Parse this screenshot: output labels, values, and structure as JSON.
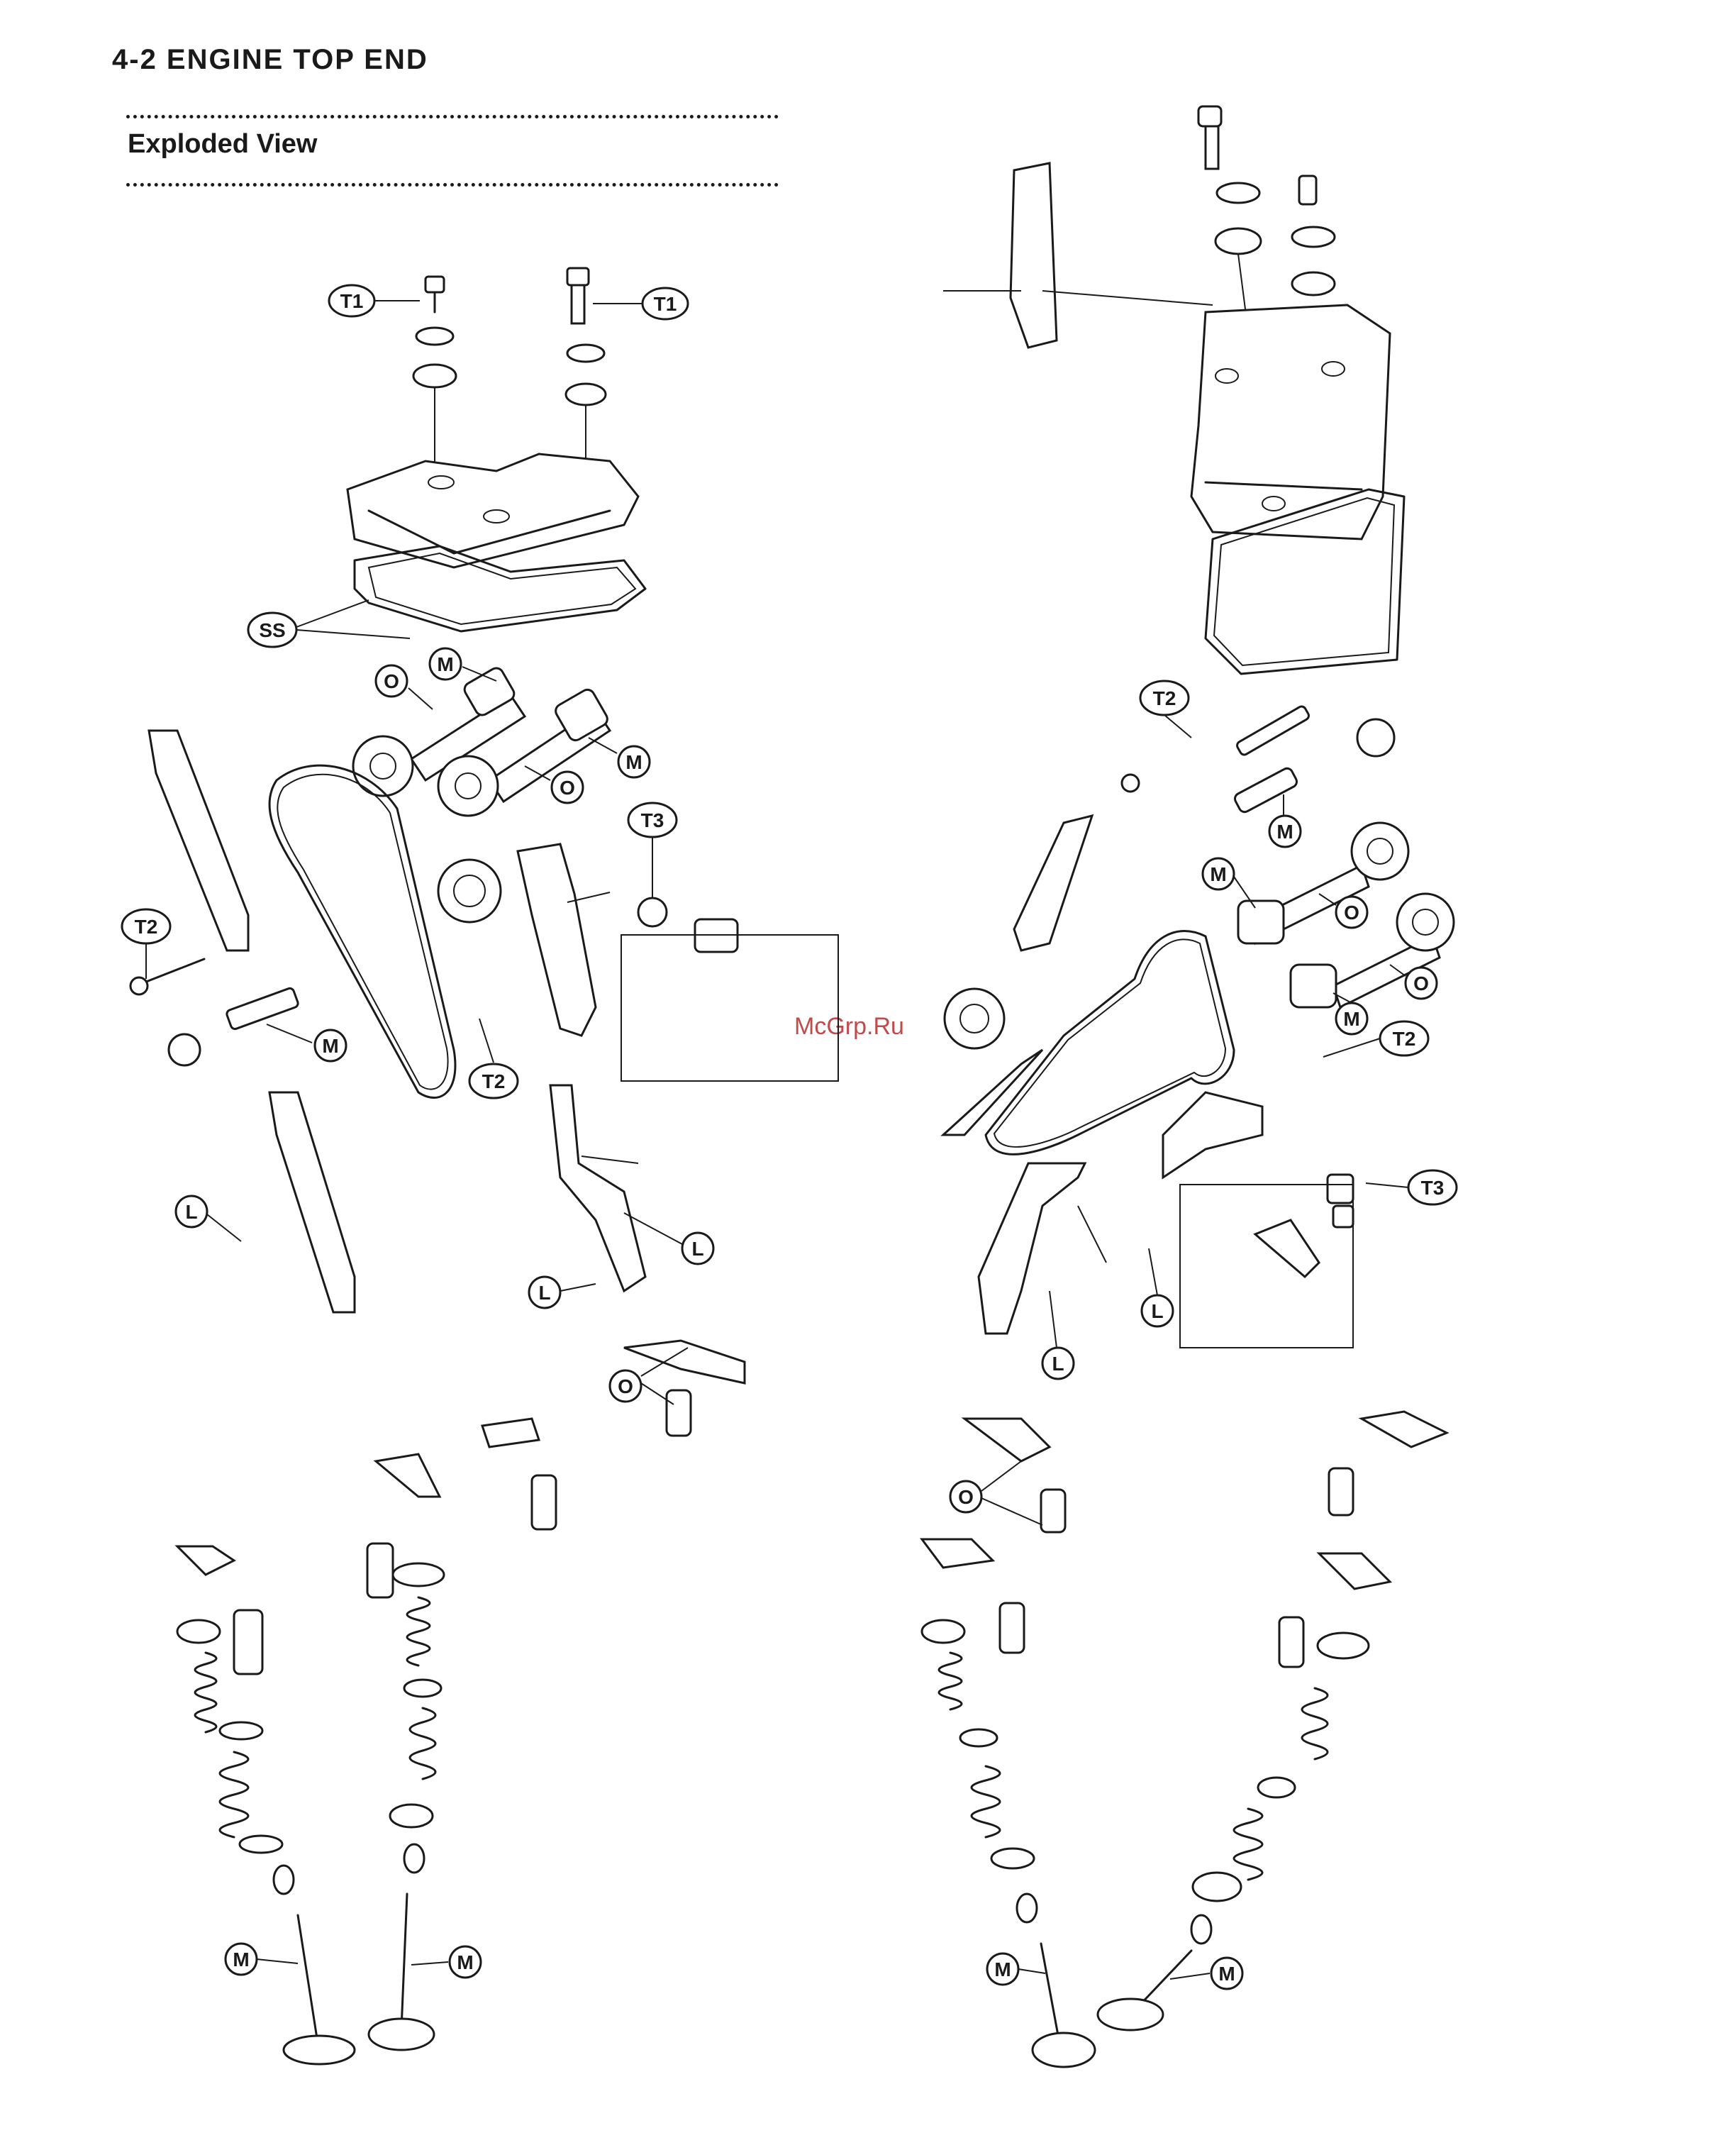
{
  "header": {
    "page_title": "4-2 ENGINE TOP END"
  },
  "section": {
    "title": "Exploded View"
  },
  "watermark": {
    "text": "McGrp.Ru"
  },
  "callouts": {
    "T1": "T1",
    "T2": "T2",
    "T3": "T3",
    "SS": "SS",
    "M": "M",
    "O": "O",
    "L": "L"
  }
}
